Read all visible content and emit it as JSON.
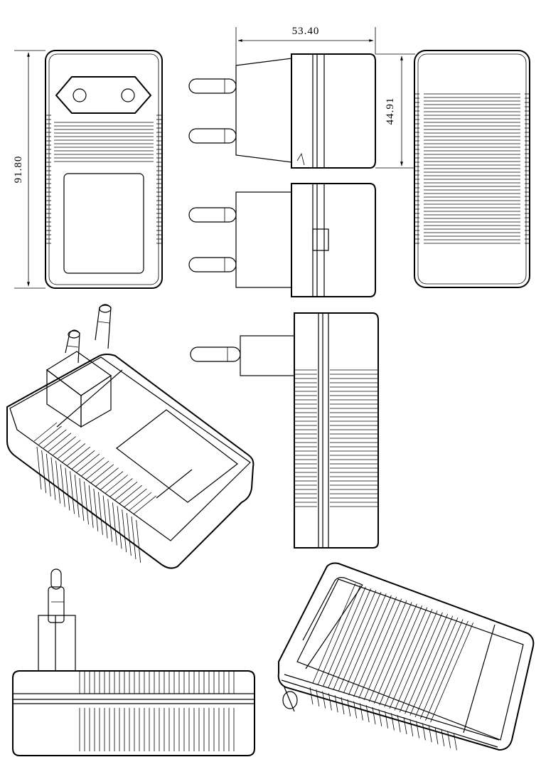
{
  "drawing": {
    "dimensions": {
      "width_label": "53.40",
      "depth_label": "44.91",
      "height_label": "91.80"
    },
    "views": [
      "front-view",
      "side-view-top",
      "side-view-bottom",
      "back-view",
      "isometric-view-plug",
      "side-view-profile",
      "bottom-view",
      "isometric-view-back"
    ]
  }
}
